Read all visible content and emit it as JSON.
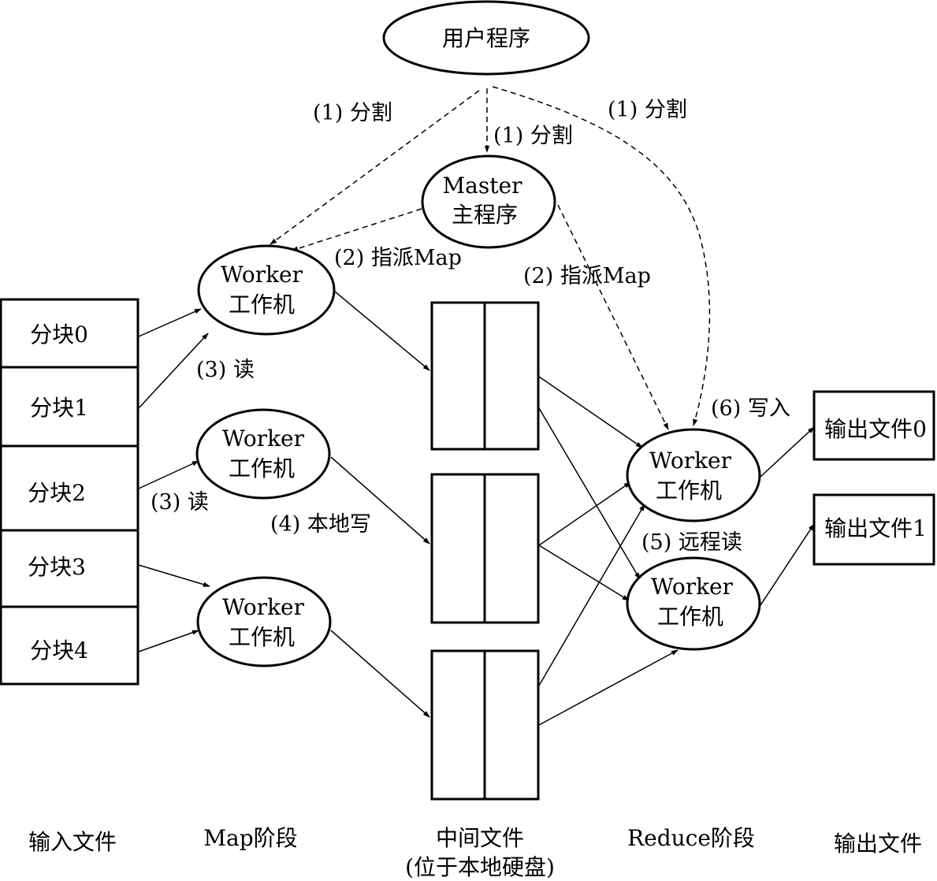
{
  "user_program": {
    "label": "用户程序"
  },
  "master": {
    "line1": "Master",
    "line2": "主程序"
  },
  "map_workers": [
    {
      "line1": "Worker",
      "line2": "工作机"
    },
    {
      "line1": "Worker",
      "line2": "工作机"
    },
    {
      "line1": "Worker",
      "line2": "工作机"
    }
  ],
  "reduce_workers": [
    {
      "line1": "Worker",
      "line2": "工作机"
    },
    {
      "line1": "Worker",
      "line2": "工作机"
    }
  ],
  "input_splits": [
    "分块0",
    "分块1",
    "分块2",
    "分块3",
    "分块4"
  ],
  "output_files": [
    "输出文件0",
    "输出文件1"
  ],
  "edge_labels": {
    "fork_left": "(1) 分割",
    "fork_master": "(1) 分割",
    "fork_right": "(1) 分割",
    "assign_map": "(2) 指派Map",
    "assign_reduce": "(2) 指派Map",
    "read_1": "(3) 读",
    "read_2": "(3) 读",
    "local_write": "(4) 本地写",
    "remote_read": "(5) 远程读",
    "write": "(6) 写入"
  },
  "column_labels": {
    "input": "输入文件",
    "map": "Map阶段",
    "intermediate_line1": "中间文件",
    "intermediate_line2": "(位于本地硬盘)",
    "reduce": "Reduce阶段",
    "output": "输出文件"
  }
}
